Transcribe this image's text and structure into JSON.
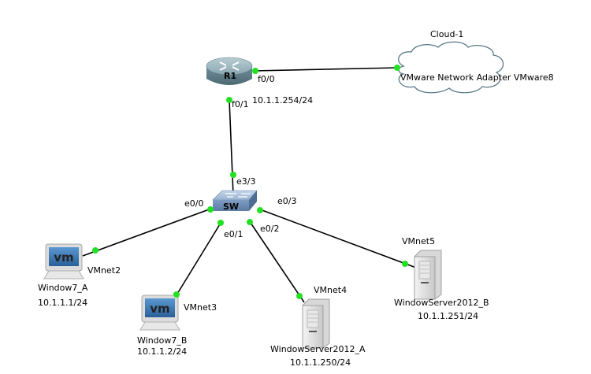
{
  "topology": {
    "nodes": {
      "router": {
        "name": "R1"
      },
      "cloud": {
        "name": "Cloud-1",
        "adapter": "VMware Network Adapter VMware8"
      },
      "switch": {
        "name": "SW"
      },
      "pc_a": {
        "name": "Window7_A",
        "ip": "10.1.1.1/24",
        "network": "VMnet2"
      },
      "pc_b": {
        "name": "Window7_B",
        "ip": "10.1.1.2/24",
        "network": "VMnet3"
      },
      "server_a": {
        "name": "WindowServer2012_A",
        "ip": "10.1.1.250/24",
        "network": "VMnet4"
      },
      "server_b": {
        "name": "WindowServer2012_B",
        "ip": "10.1.1.251/24",
        "network": "VMnet5"
      }
    },
    "interfaces": {
      "r1_f00": "f0/0",
      "r1_f01": "f0/1",
      "r1_f01_ip": "10.1.1.254/24",
      "sw_e33": "e3/3",
      "sw_e00": "e0/0",
      "sw_e01": "e0/1",
      "sw_e02": "e0/2",
      "sw_e03": "e0/3"
    },
    "colors": {
      "link": "#000000",
      "port_up": "#22e022",
      "router_body": "#7a9aa6",
      "switch_body": "#8aa8c8",
      "cloud_stroke": "#5a7a86",
      "vm_screen": "#3a78b8"
    }
  }
}
